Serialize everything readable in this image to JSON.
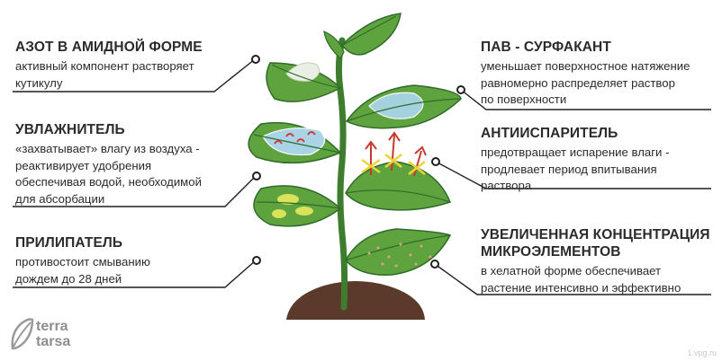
{
  "left": [
    {
      "title": "АЗОТ В АМИДНОЙ ФОРМЕ",
      "desc": "активный компонент растворяет\nкутикулу"
    },
    {
      "title": "УВЛАЖНИТЕЛЬ",
      "desc": "«захватывает» влагу из воздуха -\nреактивирует удобрения\nобеспечивая водой, необходимой\nдля абсорбации"
    },
    {
      "title": "ПРИЛИПАТЕЛЬ",
      "desc": "противостоит смыванию\nдождем до 28 дней"
    }
  ],
  "right": [
    {
      "title": "ПАВ - СУРФАКАНТ",
      "desc": "уменьшает поверхностное натяжение\nравномерно распределяет раствор\nпо поверхности"
    },
    {
      "title": "АНТИИСПАРИТЕЛЬ",
      "desc": "предотвращает испарение влаги -\nпродлевает период впитывания\nраствора"
    },
    {
      "title": "УВЕЛИЧЕННАЯ КОНЦЕНТРАЦИЯ\nМИКРОЭЛЕМЕНТОВ",
      "desc": "в хелатной форме обеспечивает\nрастение интенсивно и эффективно"
    }
  ],
  "logo": {
    "line1": "terra",
    "line2": "tarsa",
    "icon": "leaf-logo-icon"
  },
  "watermark": "1.vpg.ru",
  "colors": {
    "leaf": "#5a9a3c",
    "leaf_dark": "#2f6b2a",
    "soil": "#5b3a2c",
    "line": "#1f1f1f"
  }
}
